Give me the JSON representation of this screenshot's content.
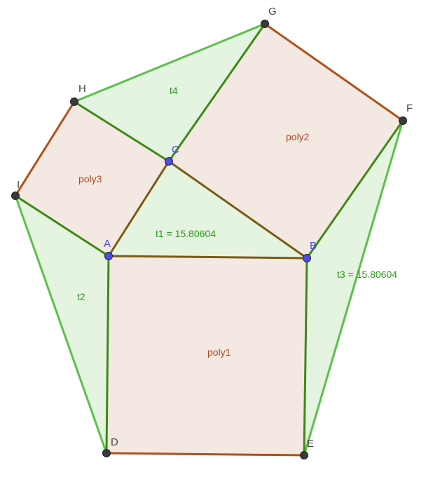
{
  "points": [
    {
      "name": "A",
      "free": true
    },
    {
      "name": "B",
      "free": true
    },
    {
      "name": "C",
      "free": true
    },
    {
      "name": "D",
      "free": false
    },
    {
      "name": "E",
      "free": false
    },
    {
      "name": "F",
      "free": false
    },
    {
      "name": "G",
      "free": false
    },
    {
      "name": "H",
      "free": false
    },
    {
      "name": "I",
      "free": false
    }
  ],
  "polygons": {
    "poly1": "poly1",
    "poly2": "poly2",
    "poly3": "poly3"
  },
  "triangles": {
    "t1": "t1 = 15.80604",
    "t2": "t2",
    "t3": "t3 = 15.80604",
    "t4": "t4"
  },
  "colors": {
    "square_fill": "#f4e8e3",
    "triangle_fill": "#e5f3e1",
    "square_edge": "#b0501a",
    "shared_edge": "#3d8a14",
    "inner_edge": "#7a5a14",
    "triangle_edge": "#5cc04a",
    "free_point": "#4b4bf0",
    "dependent_point": "#3a3a3a"
  }
}
